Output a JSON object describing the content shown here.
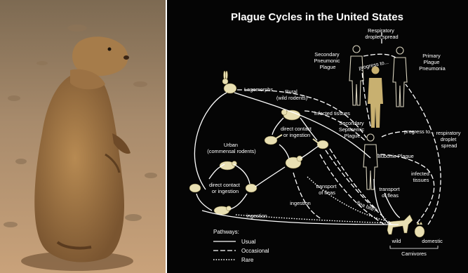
{
  "photo": {
    "subject_icon": "prairie-dog-photo"
  },
  "diagram": {
    "title": "Plague Cycles in the United States",
    "labels": {
      "respiratory_droplet_top": [
        "Respiratory",
        "droplet spread"
      ],
      "secondary_pneumonic": [
        "Secondary",
        "Pneumonic",
        "Plague"
      ],
      "primary_pneumonia": [
        "Primary",
        "Plague",
        "Pneumonia"
      ],
      "progress_top": "progress to...",
      "lagomorphs": "Lagomorphs",
      "rural": [
        "Rural",
        "(wild rodents)"
      ],
      "infected_tissues_top": "infected tissues",
      "secondary_septicemic": [
        "Secondary",
        "Septicemic",
        "Plague"
      ],
      "progress_mid": "progress to...",
      "direct_contact_rural": [
        "direct contact",
        "or ingestion"
      ],
      "respiratory_droplet_right": [
        "respiratory",
        "droplet",
        "spread"
      ],
      "urban": [
        "Urban",
        "(commensal rodents)"
      ],
      "bubonic": "Bubonic Plague",
      "direct_contact_urban": [
        "direct contact",
        "or ingestion"
      ],
      "infected_tissues_right": [
        "infected",
        "tissues"
      ],
      "transport_fleas_left": [
        "transport",
        "of fleas"
      ],
      "transport_fleas_right": [
        "transport",
        "of fleas"
      ],
      "ingestion_left": "ingestion",
      "flea_bite": "flea bite?",
      "ingestion_bottom": "ingestion",
      "wild": "wild",
      "domestic": "domestic",
      "carnivores": "Carnivores"
    },
    "legend": {
      "title": "Pathways:",
      "items": [
        "Usual",
        "Occasional",
        "Rare"
      ]
    }
  },
  "colors": {
    "diagram_background": "#050505",
    "animal_fill": "#e8dfb2",
    "highlight_human": "#c8b070",
    "line": "#ffffff"
  }
}
